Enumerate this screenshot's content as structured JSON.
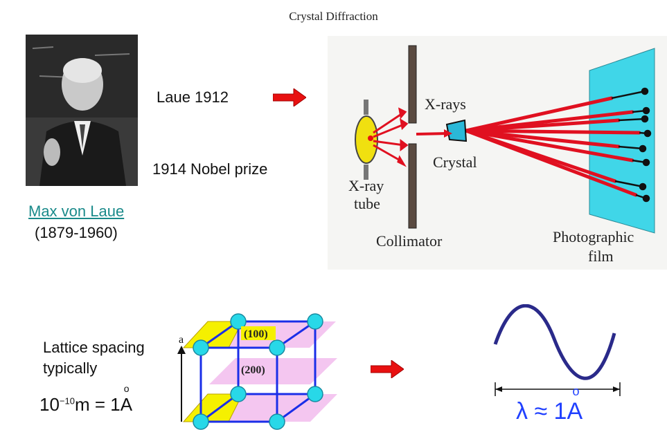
{
  "title": "Crystal Diffraction",
  "portrait": {
    "name": "Max von Laue",
    "years": "(1879-1960)"
  },
  "notes": {
    "laue": "Laue 1912",
    "nobel": "1914 Nobel prize"
  },
  "apparatus": {
    "xray_tube": "X-ray\ntube",
    "xrays": "X-rays",
    "crystal": "Crystal",
    "collimator": "Collimator",
    "film": "Photographic\nfilm"
  },
  "lattice": {
    "text1": "Lattice spacing",
    "text2": "typically",
    "equation_lhs": "10",
    "equation_exp": "−10",
    "equation_unit": "m = 1",
    "angstrom": "A",
    "angstrom_ring": "o",
    "axis_label": "a",
    "plane1": "(100)",
    "plane2": "(200)"
  },
  "wave": {
    "lambda": "λ ≈ 1",
    "angstrom": "A",
    "ring": "o"
  },
  "colors": {
    "arrow": "#e81010",
    "ray": "#e01020",
    "film": "#40d6e8",
    "lattice_blue": "#1a2ee8",
    "node": "#28d8e8",
    "plane_pink": "#f4c6f0",
    "plane_yellow": "#f5f000",
    "wave": "#2a2a8a",
    "lambda": "#2040ff"
  }
}
